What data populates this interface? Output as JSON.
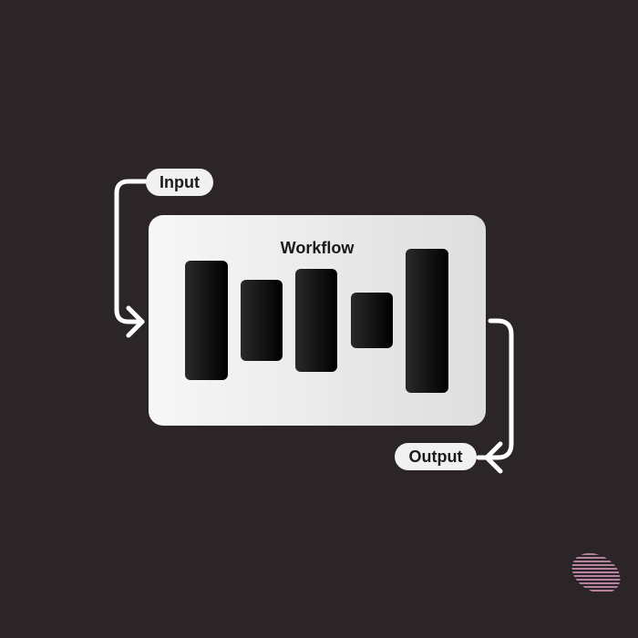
{
  "diagram": {
    "input_label": "Input",
    "workflow_title": "Workflow",
    "output_label": "Output",
    "workflow_steps": [
      {
        "id": "step-1"
      },
      {
        "id": "step-2"
      },
      {
        "id": "step-3"
      },
      {
        "id": "step-4"
      },
      {
        "id": "step-5"
      }
    ],
    "flow": [
      "Input",
      "Workflow",
      "Output"
    ]
  },
  "colors": {
    "background": "#2b2527",
    "card": "#efefef",
    "bars": "#000000",
    "pill": "#f1f1f1",
    "connector": "#ffffff",
    "logo": "#e2a2c6"
  },
  "icons": {
    "input_arrow": "chevron-right-icon",
    "output_arrow": "chevron-left-icon",
    "brand": "striped-oval-logo-icon"
  }
}
